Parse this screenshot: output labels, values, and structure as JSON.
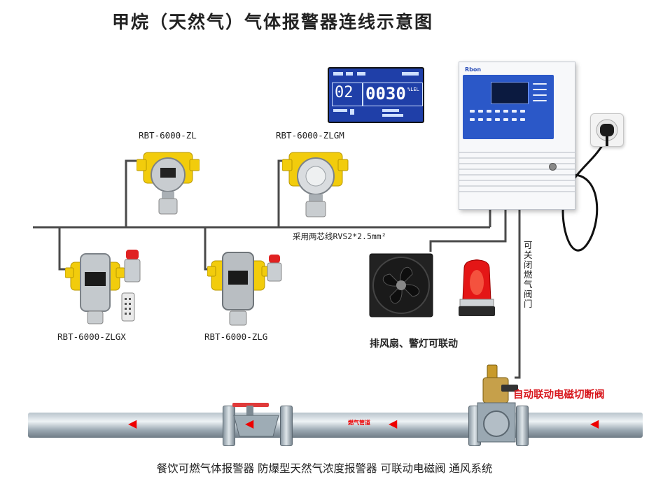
{
  "title": "甲烷（天然气）气体报警器连线示意图",
  "detectors": [
    {
      "model": "RBT-6000-ZL"
    },
    {
      "model": "RBT-6000-ZLGM"
    },
    {
      "model": "RBT-6000-ZLGX"
    },
    {
      "model": "RBT-6000-ZLG"
    }
  ],
  "cable_label": "采用两芯线RVS2*2.5mm²",
  "fan_alarm_label": "排风扇、警灯可联动",
  "valve_cable_label": "可关闭燃气阀门",
  "valve_label": "自动联动电磁切断阀",
  "pipe_tag": "燃气管道",
  "footer": "餐饮可燃气体报警器 防爆型天然气浓度报警器 可联动电磁阀 通风系统",
  "lcd": {
    "top_left": "02",
    "reading": "0030",
    "unit": "%LEL"
  },
  "colors": {
    "pipe_arrow": "#e00000",
    "valve_label": "#d8161c",
    "lcd_bg": "#1f3fa8",
    "detector_yellow": "#f2cc0c",
    "controller_blue": "#2b58c8"
  }
}
